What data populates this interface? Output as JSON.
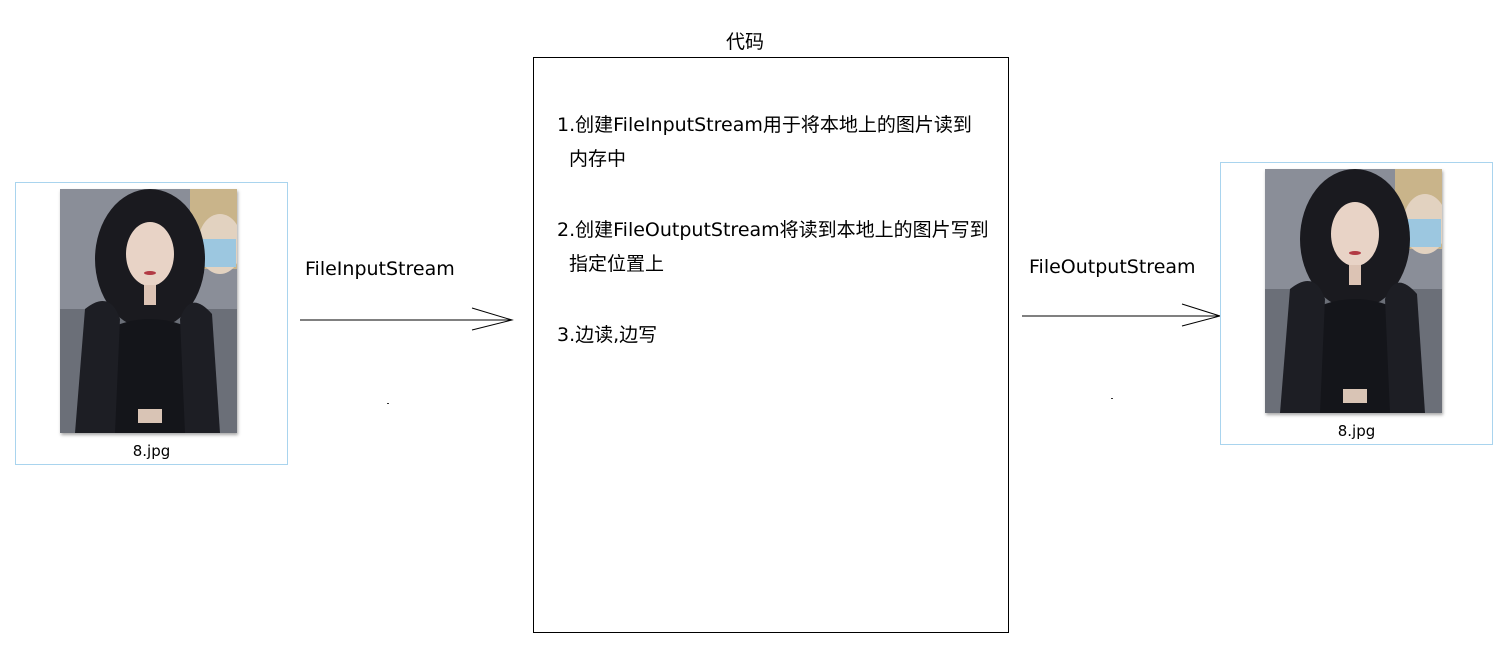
{
  "diagram": {
    "code_title": "代码",
    "steps": [
      {
        "line1": "1.创建FileInputStream用于将本地上的图片读到",
        "line2": "内存中"
      },
      {
        "line1": "2.创建FileOutputStream将读到本地上的图片写到",
        "line2": "指定位置上"
      },
      {
        "line1": "3.边读,边写",
        "line2": ""
      }
    ],
    "input_arrow_label": "FileInputStream",
    "output_arrow_label": "FileOutputStream",
    "source_file": {
      "name": "8.jpg"
    },
    "target_file": {
      "name": "8.jpg"
    }
  },
  "colors": {
    "file_border": "#a9d4ee",
    "box_border": "#000000",
    "arrow": "#000000"
  }
}
